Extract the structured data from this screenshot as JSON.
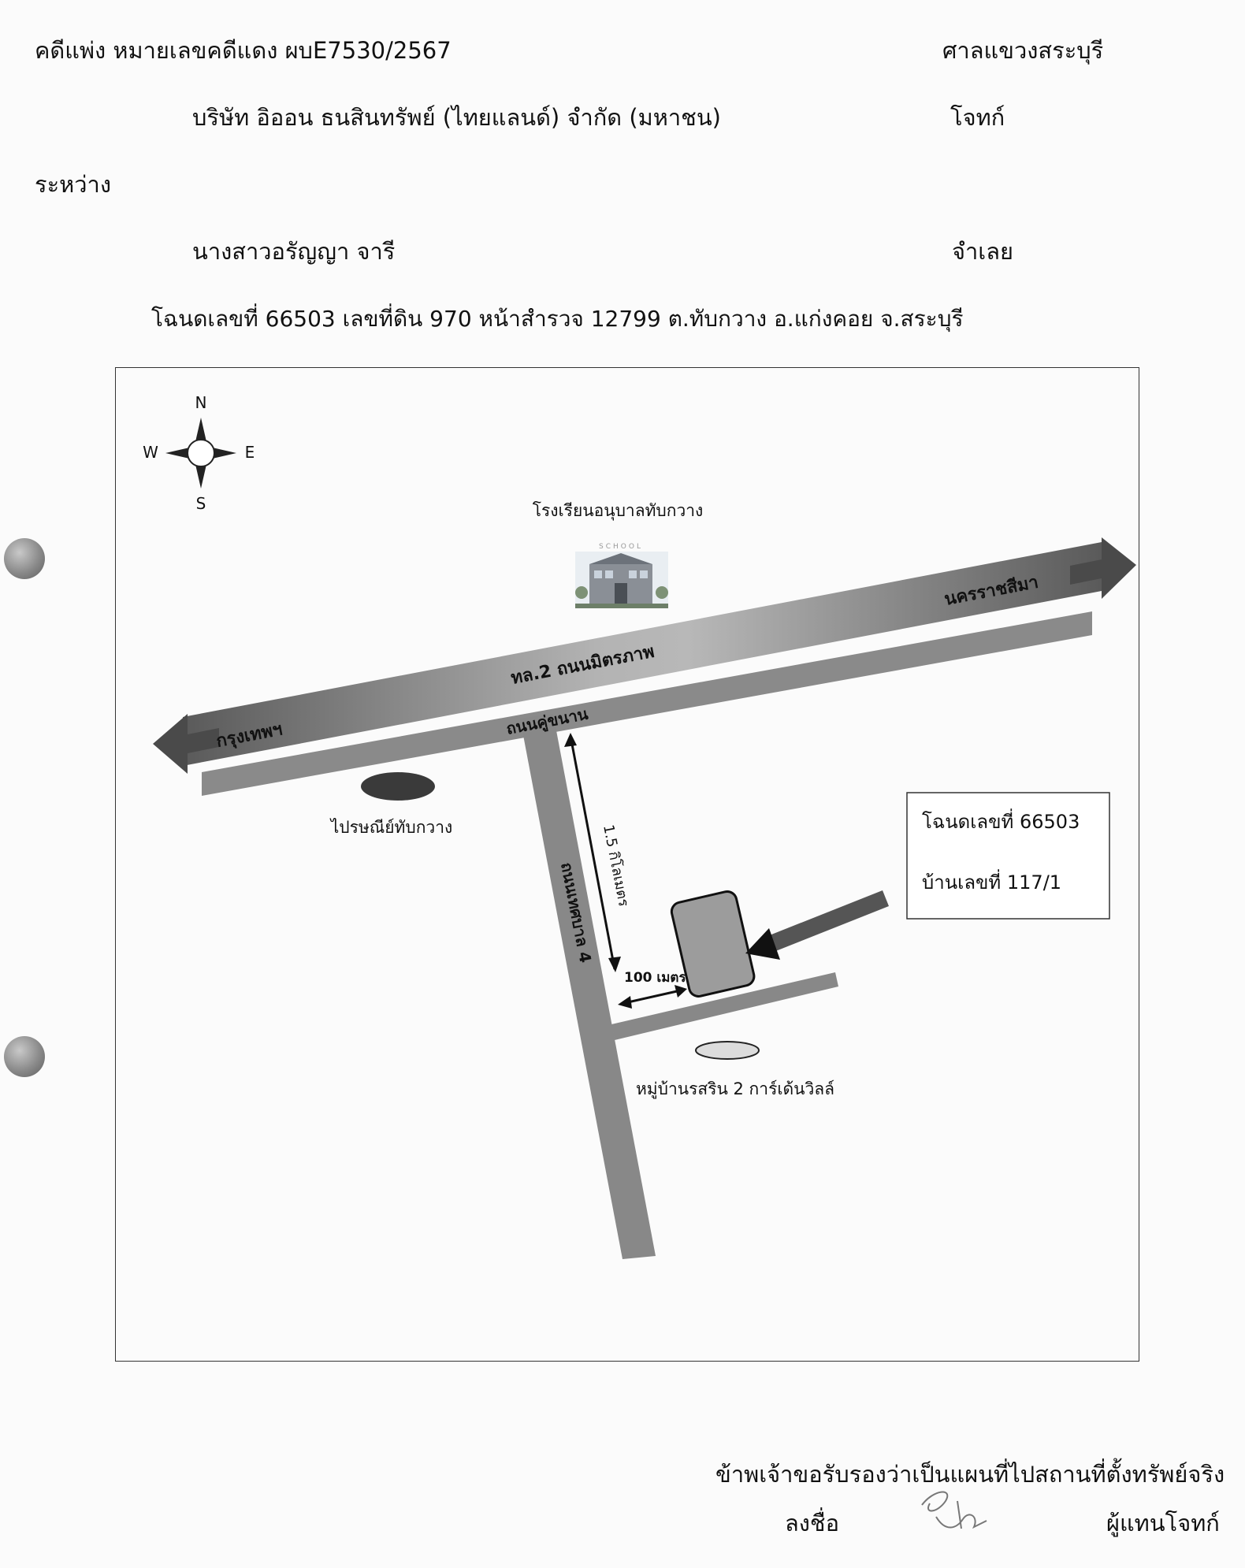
{
  "header": {
    "case_label": "คดีแพ่ง  หมายเลขคดีแดง  ผบE7530/2567",
    "court": "ศาลแขวงสระบุรี",
    "plaintiff_name": "บริษัท อิออน ธนสินทรัพย์ (ไทยแลนด์) จำกัด (มหาชน)",
    "plaintiff_role": "โจทก์",
    "between": "ระหว่าง",
    "defendant_name": "นางสาวอรัญญา   จารี",
    "defendant_role": "จำเลย",
    "deed_line": "โฉนดเลขที่  66503  เลขที่ดิน  970  หน้าสำรวจ  12799   ต.ทับกวาง   อ.แก่งคอย  จ.สระบุรี"
  },
  "map": {
    "compass": {
      "n": "N",
      "s": "S",
      "e": "E",
      "w": "W"
    },
    "school_label": "โรงเรียนอนุบาลทับกวาง",
    "school_sign": "SCHOOL",
    "main_road": "ทล.2 ถนนมิตรภาพ",
    "to_east": "นครราชสีมา",
    "to_west": "กรุงเทพฯ",
    "frontage_road": "ถนนคู่ขนาน",
    "post_office": "ไปรษณีย์ทับกวาง",
    "side_road": "ถนนเทศบาล 4",
    "distance_long": "1.5 กิโลเมตร",
    "distance_short": "100 เมตร",
    "village": "หมู่บ้านรสริน 2 การ์เด้นวิลล์",
    "info_deed": "โฉนดเลขที่ 66503",
    "info_house": "บ้านเลขที่ 117/1"
  },
  "footer": {
    "certify": "ข้าพเจ้าขอรับรองว่าเป็นแผนที่ไปสถานที่ตั้งทรัพย์จริง",
    "sign_label": "ลงชื่อ",
    "representative": "ผู้แทนโจทก์"
  }
}
